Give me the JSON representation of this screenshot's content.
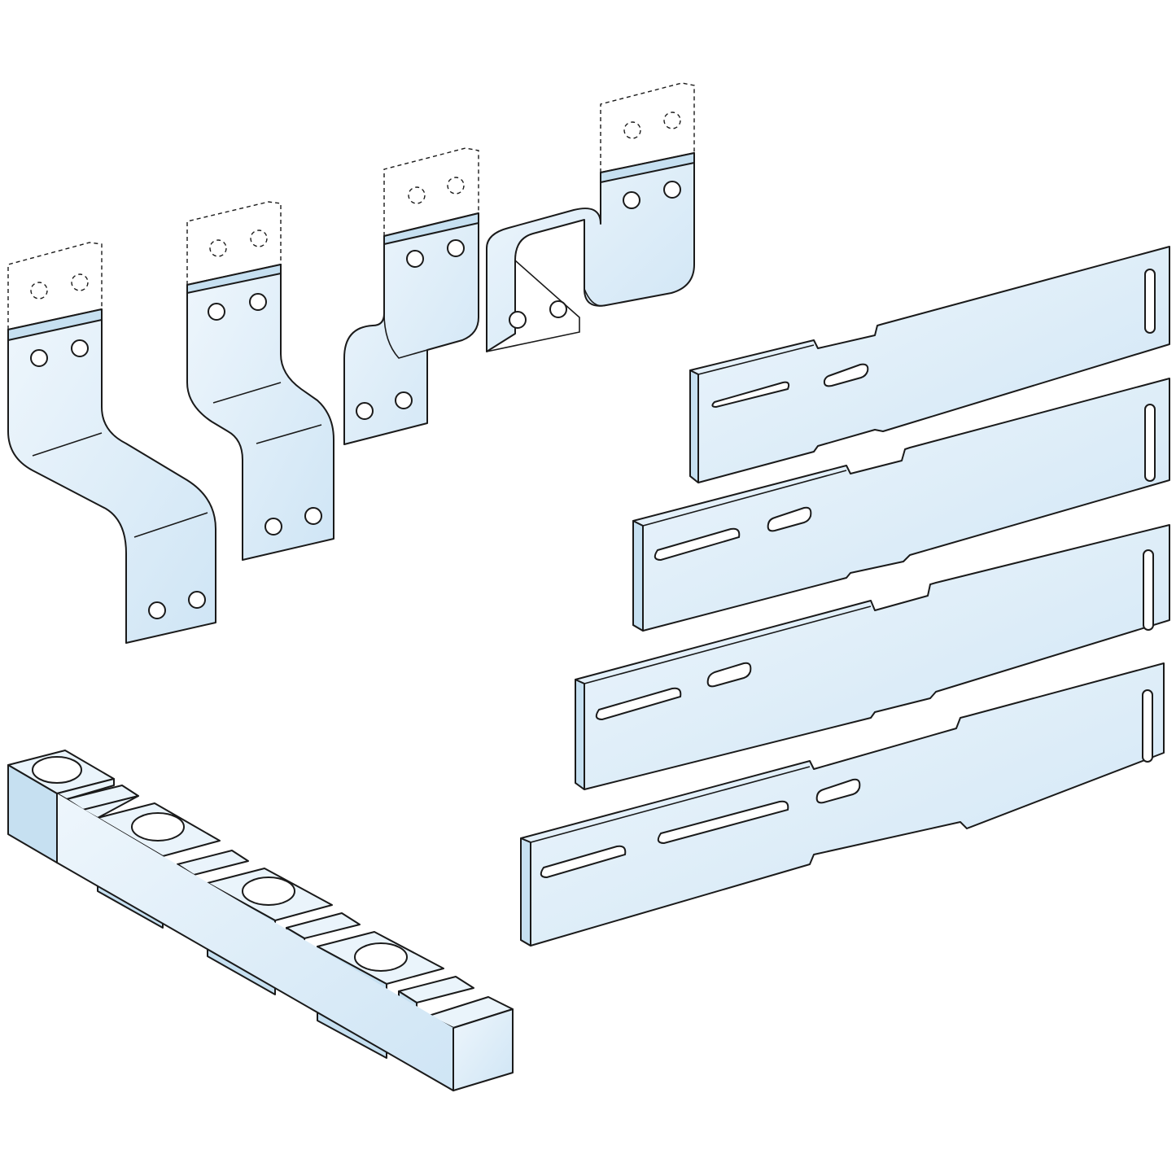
{
  "figure": {
    "colors": {
      "part_fill": "#dcecf8",
      "part_fill_light": "#f0f7fd",
      "part_side": "#c6e0f1",
      "outline": "#1a1a1a",
      "background": "#ffffff"
    },
    "groups": {
      "connection_bars": {
        "count": 4
      },
      "adapter_plates": {
        "count": 4
      },
      "support": {
        "count": 1,
        "holes": 4
      }
    }
  }
}
